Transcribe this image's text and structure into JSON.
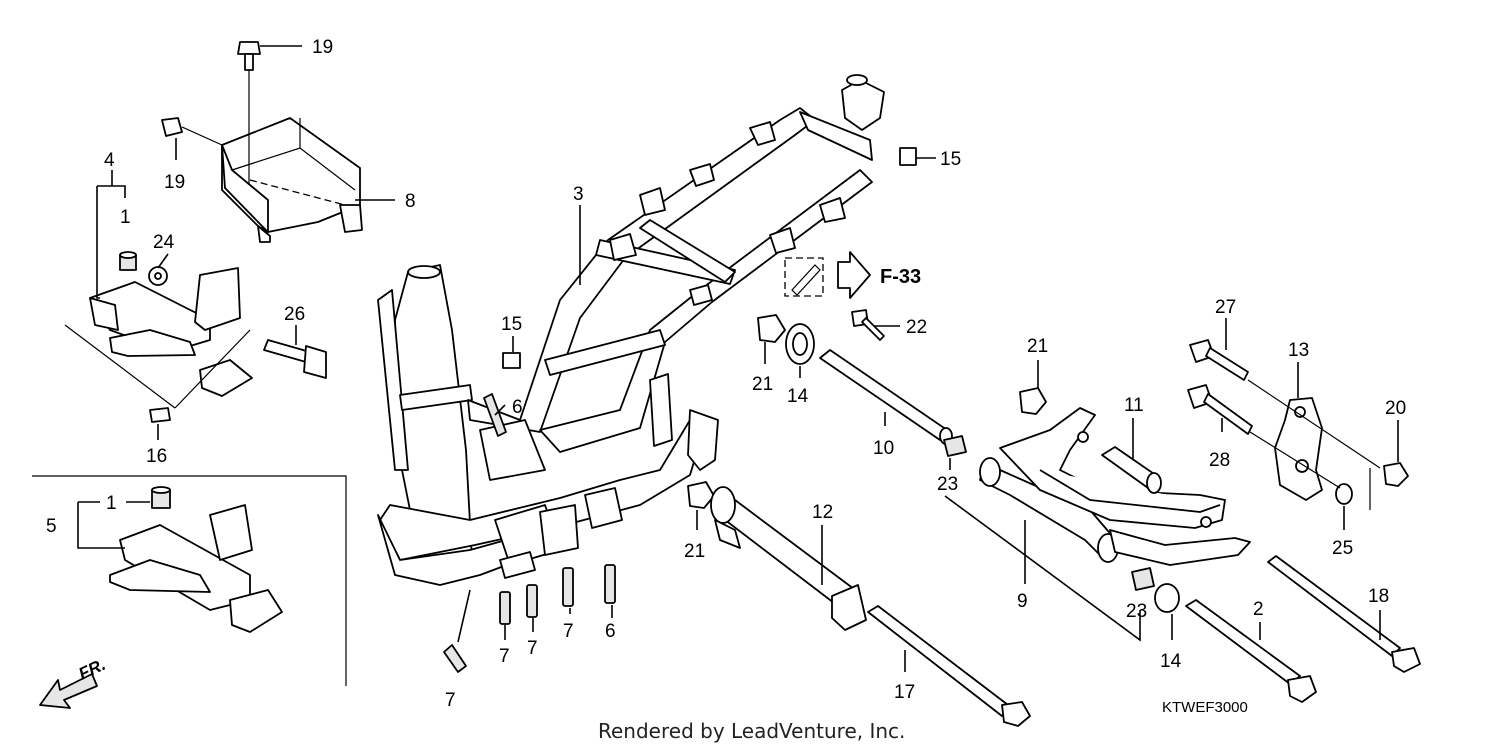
{
  "diagram": {
    "callouts": [
      {
        "id": "c19a",
        "label": "19"
      },
      {
        "id": "c19b",
        "label": "19"
      },
      {
        "id": "c8",
        "label": "8"
      },
      {
        "id": "c4",
        "label": "4"
      },
      {
        "id": "c1a",
        "label": "1"
      },
      {
        "id": "c24",
        "label": "24"
      },
      {
        "id": "c26",
        "label": "26"
      },
      {
        "id": "c16",
        "label": "16"
      },
      {
        "id": "c5",
        "label": "5"
      },
      {
        "id": "c1b",
        "label": "1"
      },
      {
        "id": "c3",
        "label": "3"
      },
      {
        "id": "c15a",
        "label": "15"
      },
      {
        "id": "c15b",
        "label": "15"
      },
      {
        "id": "c6a",
        "label": "6"
      },
      {
        "id": "c6b",
        "label": "6"
      },
      {
        "id": "c7a",
        "label": "7"
      },
      {
        "id": "c7b",
        "label": "7"
      },
      {
        "id": "c7c",
        "label": "7"
      },
      {
        "id": "c7d",
        "label": "7"
      },
      {
        "id": "c22",
        "label": "22"
      },
      {
        "id": "c21a",
        "label": "21"
      },
      {
        "id": "c14a",
        "label": "14"
      },
      {
        "id": "c10",
        "label": "10"
      },
      {
        "id": "c21b",
        "label": "21"
      },
      {
        "id": "c12",
        "label": "12"
      },
      {
        "id": "c17",
        "label": "17"
      },
      {
        "id": "c21c",
        "label": "21"
      },
      {
        "id": "c11",
        "label": "11"
      },
      {
        "id": "c23a",
        "label": "23"
      },
      {
        "id": "c9",
        "label": "9"
      },
      {
        "id": "c23b",
        "label": "23"
      },
      {
        "id": "c14b",
        "label": "14"
      },
      {
        "id": "c27",
        "label": "27"
      },
      {
        "id": "c13",
        "label": "13"
      },
      {
        "id": "c28",
        "label": "28"
      },
      {
        "id": "c20",
        "label": "20"
      },
      {
        "id": "c25",
        "label": "25"
      },
      {
        "id": "c2",
        "label": "2"
      },
      {
        "id": "c18",
        "label": "18"
      }
    ],
    "section_ref": "F-33",
    "front_marker": "FR.",
    "diagram_code": "KTWEF3000",
    "credit": "Rendered by LeadVenture, Inc."
  }
}
